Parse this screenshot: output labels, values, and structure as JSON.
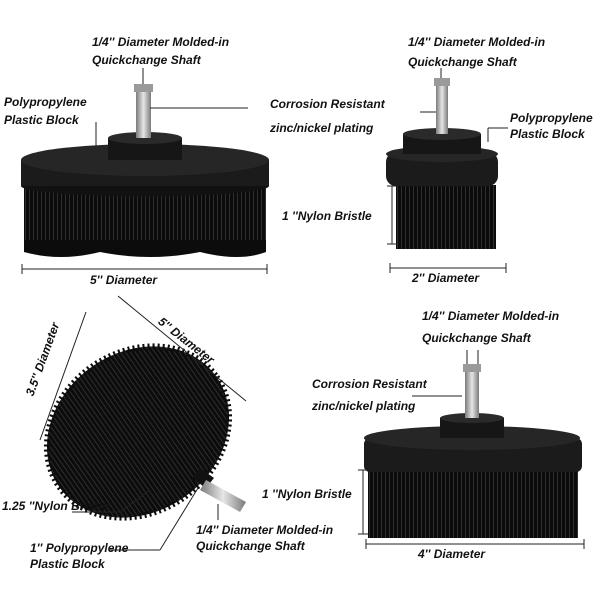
{
  "colors": {
    "bristle": "#0c0c0c",
    "block": "#1a1a1a",
    "shaft": "#b8b8b8",
    "line": "#222222"
  },
  "brush_tl": {
    "shaft_line1": "1/4'' Diameter Molded-in",
    "shaft_line2": "Quickchange Shaft",
    "block_line1": "Polypropylene",
    "block_line2": "Plastic Block",
    "diameter": "5'' Diameter"
  },
  "brush_tr": {
    "shaft_line1": "1/4'' Diameter Molded-in",
    "shaft_line2": "Quickchange Shaft",
    "plating_line1": "Corrosion Resistant",
    "plating_line2": "zinc/nickel plating",
    "block_line1": "Polypropylene",
    "block_line2": "Plastic Block",
    "bristle": "1 ''Nylon Bristle",
    "diameter": "2'' Diameter"
  },
  "brush_bl": {
    "height": "3.5'' Diameter",
    "width": "5'' Diameter",
    "bristle": "1.25 ''Nylon Bristle",
    "block_line1": "1''  Polypropylene",
    "block_line2": "Plastic Block",
    "shaft_line1": "1/4'' Diameter Molded-in",
    "shaft_line2": "Quickchange Shaft"
  },
  "brush_br": {
    "shaft_line1": "1/4'' Diameter Molded-in",
    "shaft_line2": "Quickchange Shaft",
    "plating_line1": "Corrosion Resistant",
    "plating_line2": "zinc/nickel plating",
    "bristle": "1 ''Nylon Bristle",
    "diameter": "4'' Diameter"
  }
}
